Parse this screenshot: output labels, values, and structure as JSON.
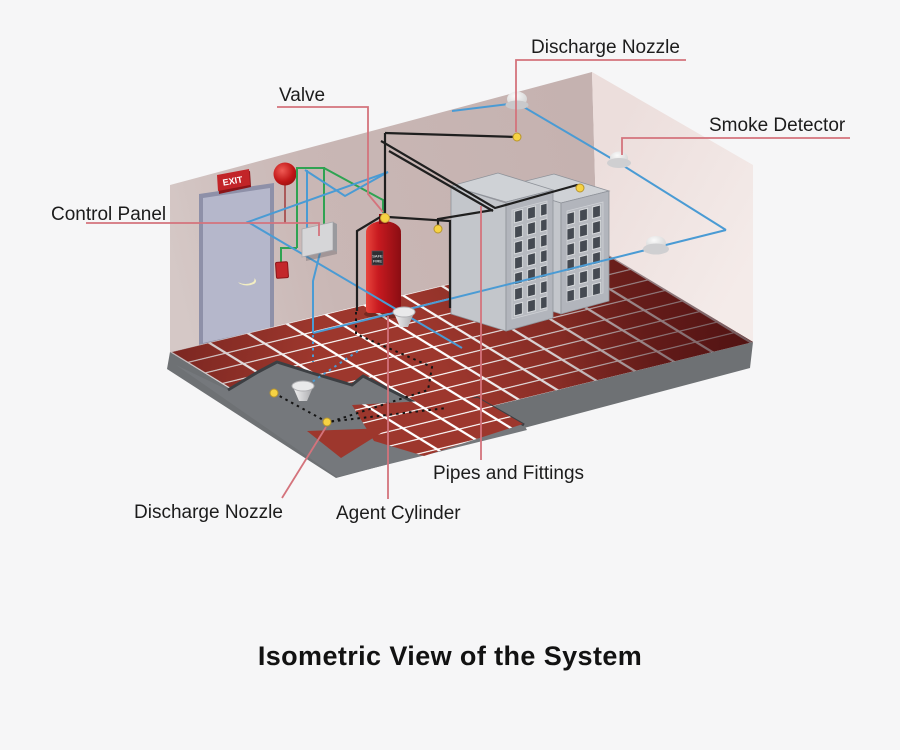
{
  "diagram": {
    "title": "Isometric View of the System",
    "labels": {
      "discharge_nozzle_top": "Discharge Nozzle",
      "valve": "Valve",
      "smoke_detector": "Smoke Detector",
      "control_panel": "Control Panel",
      "pipes_and_fittings": "Pipes and Fittings",
      "agent_cylinder": "Agent Cylinder",
      "discharge_nozzle_bottom": "Discharge Nozzle"
    },
    "signs": {
      "exit": "EXIT",
      "cylinder_label_line1": "SAFE",
      "cylinder_label_line2": "FIRE"
    },
    "colors": {
      "background": "#f6f6f7",
      "wall_back": "#c9b7b5",
      "wall_right": "#efe3e1",
      "floor_tile": "#9d372d",
      "grout": "#ffffff",
      "floor_shadow": "#6e7174",
      "cutaway_gray": "#75787c",
      "leader_red": "#d4737c",
      "pipe_black": "#1f1f1f",
      "wire_green": "#2fa352",
      "wire_blue": "#4a9bd4",
      "cylinder_red": "#c81a20",
      "nozzle_yellow": "#f6d243",
      "exit_sign_red": "#c22528",
      "door_gray": "#b5b7cb",
      "rack_gray": "#b2b5bc"
    }
  }
}
